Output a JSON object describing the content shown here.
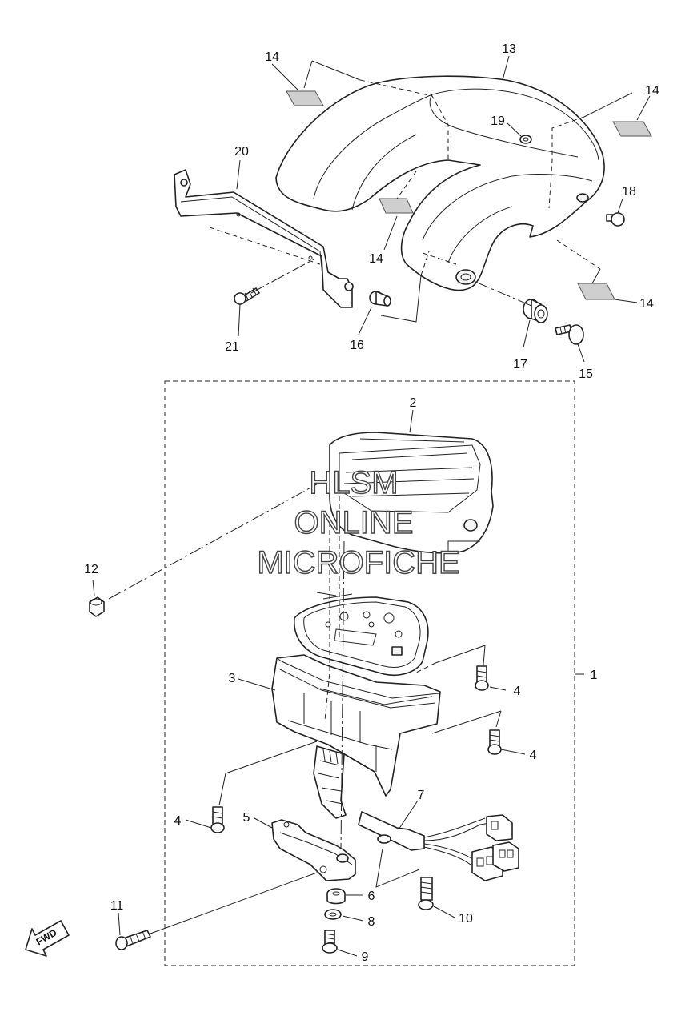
{
  "callouts": {
    "c1": "1",
    "c2": "2",
    "c3": "3",
    "c4a": "4",
    "c4b": "4",
    "c4c": "4",
    "c5": "5",
    "c6": "6",
    "c7": "7",
    "c8": "8",
    "c9": "9",
    "c10": "10",
    "c11": "11",
    "c12": "12",
    "c13": "13",
    "c14a": "14",
    "c14b": "14",
    "c14c": "14",
    "c14d": "14",
    "c15": "15",
    "c16": "16",
    "c17": "17",
    "c18": "18",
    "c19": "19",
    "c20": "20",
    "c21": "21"
  },
  "watermark": {
    "line1": "HLSM",
    "line2": "ONLINE",
    "line3": "MICROFICHE"
  },
  "fwd_label": "FWD"
}
